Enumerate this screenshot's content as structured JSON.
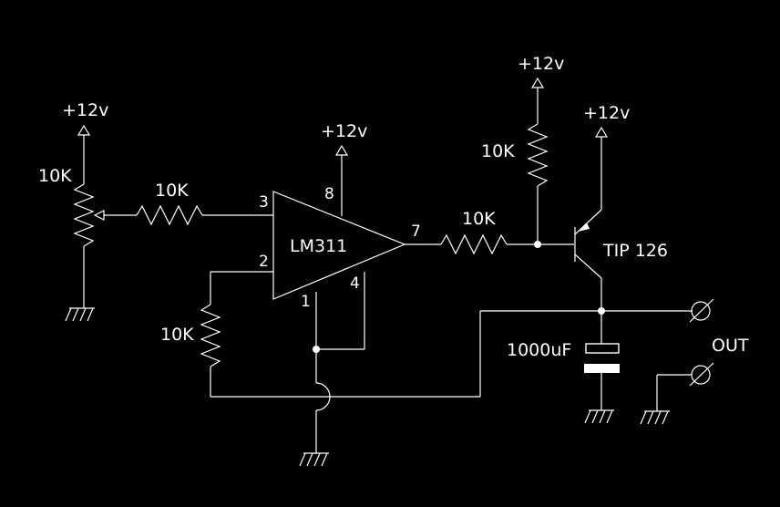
{
  "supply_labels": [
    "+12v",
    "+12v",
    "+12v",
    "+12v"
  ],
  "components": {
    "pot": {
      "value": "10K"
    },
    "r_input": {
      "value": "10K"
    },
    "r_feedback": {
      "value": "10K"
    },
    "r_base": {
      "value": "10K"
    },
    "r_pullup": {
      "value": "10K"
    },
    "comparator": {
      "name": "LM311",
      "pins": {
        "p3": "3",
        "p2": "2",
        "p8": "8",
        "p7": "7",
        "p1": "1",
        "p4": "4"
      }
    },
    "transistor": {
      "name": "TIP 126"
    },
    "capacitor": {
      "value": "1000uF"
    }
  },
  "output_label": "OUT",
  "colors": {
    "background": "#000000",
    "lines": "#ffffff"
  }
}
